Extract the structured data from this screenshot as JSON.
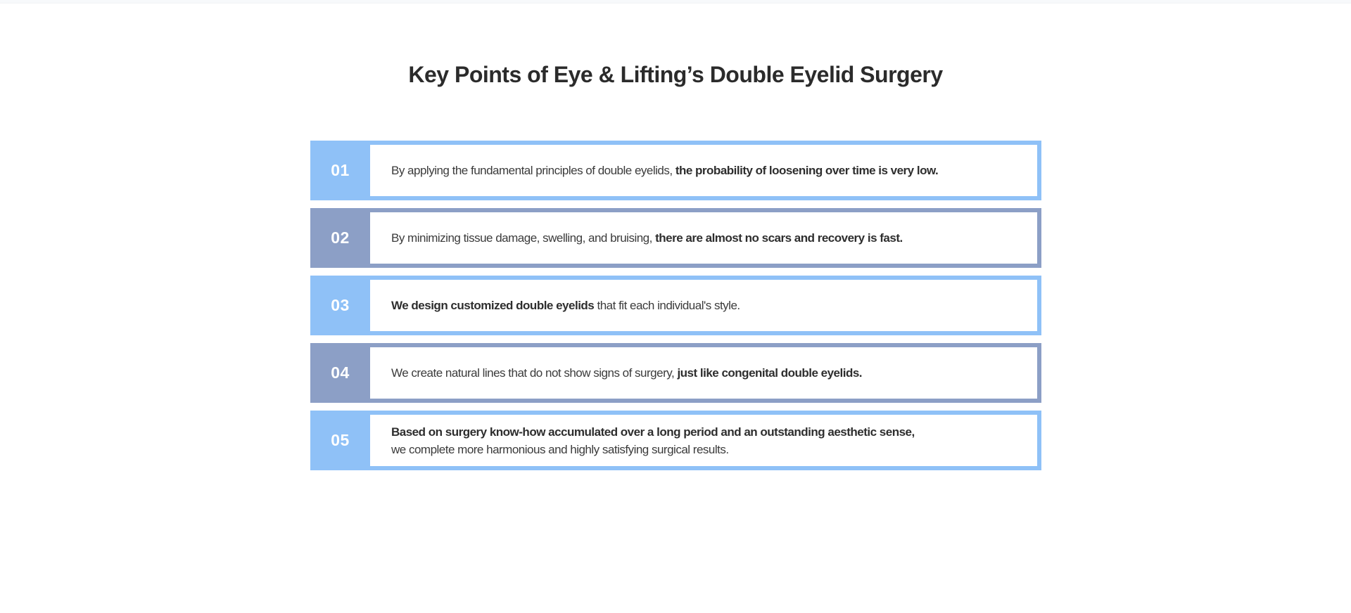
{
  "title": "Key Points of Eye & Lifting’s Double Eyelid Surgery",
  "colors": {
    "light_blue": "#8FC1F7",
    "muted_blue": "#8C9FC6",
    "number_text": "#ffffff",
    "body_text": "#3b3b3b",
    "title_text": "#2b2b2b",
    "background": "#ffffff"
  },
  "key_points": [
    {
      "number": "01",
      "tone": "light",
      "lines": [
        [
          {
            "t": "By applying the fundamental principles of double eyelids, ",
            "b": false
          },
          {
            "t": "the probability of loosening over time is very low.",
            "b": true
          }
        ]
      ]
    },
    {
      "number": "02",
      "tone": "muted",
      "lines": [
        [
          {
            "t": "By minimizing tissue damage, swelling, and bruising, ",
            "b": false
          },
          {
            "t": "there are almost no scars and recovery is fast.",
            "b": true
          }
        ]
      ]
    },
    {
      "number": "03",
      "tone": "light",
      "lines": [
        [
          {
            "t": "We design customized double eyelids",
            "b": true
          },
          {
            "t": " that fit each individual's style.",
            "b": false
          }
        ]
      ]
    },
    {
      "number": "04",
      "tone": "muted",
      "lines": [
        [
          {
            "t": "We create natural lines that do not show signs of surgery, ",
            "b": false
          },
          {
            "t": "just like congenital double eyelids.",
            "b": true
          }
        ]
      ]
    },
    {
      "number": "05",
      "tone": "light",
      "lines": [
        [
          {
            "t": "Based on surgery know-how accumulated over a long period and an outstanding aesthetic sense,",
            "b": true
          }
        ],
        [
          {
            "t": "we complete more harmonious and highly satisfying surgical results.",
            "b": false
          }
        ]
      ]
    }
  ]
}
